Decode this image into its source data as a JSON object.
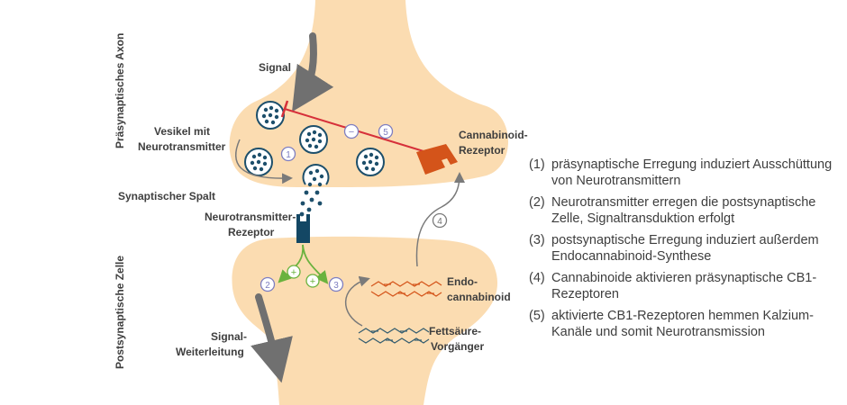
{
  "labels": {
    "side_top": "Präsynaptisches Axon",
    "side_bottom": "Postsynaptische Zelle",
    "signal": "Signal",
    "vesicle_1": "Vesikel mit",
    "vesicle_2": "Neurotransmitter",
    "cleft": "Synaptischer Spalt",
    "nt_receptor_1": "Neurotransmitter-",
    "nt_receptor_2": "Rezeptor",
    "cb_receptor_1": "Cannabinoid-",
    "cb_receptor_2": "Rezeptor",
    "endo_1": "Endo-",
    "endo_2": "cannabinoid",
    "fatty_1": "Fettsäure-",
    "fatty_2": "Vorgänger",
    "sigout_1": "Signal-",
    "sigout_2": "Weiterleitung"
  },
  "markers": {
    "m1": "1",
    "m2": "2",
    "m3": "3",
    "m4": "4",
    "m5": "5",
    "plus": "+",
    "minus": "−"
  },
  "legend": [
    {
      "num": "(1)",
      "text": "präsynaptische Erregung induziert Ausschüttung von Neurotransmittern"
    },
    {
      "num": "(2)",
      "text": "Neurotransmitter erregen die postsynaptische Zelle, Signaltransduktion erfolgt"
    },
    {
      "num": "(3)",
      "text": "postsynaptische Erregung induziert außerdem Endocannabinoid-Synthese"
    },
    {
      "num": "(4)",
      "text": "Cannabinoide aktivieren präsynaptische CB1-Rezeptoren"
    },
    {
      "num": "(5)",
      "text": "aktivierte CB1-Rezeptoren hemmen Kalzium-Kanäle und somit Neurotransmission"
    }
  ],
  "colors": {
    "cell": "#fbdcb1",
    "vesicle": "#1d4f6b",
    "receptor_nt": "#134764",
    "receptor_cb": "#d4541a",
    "inhibition": "#d6303a",
    "plus_green": "#6ab23e",
    "marker_purple": "#7e7ec0",
    "arrow_gray": "#6f6f6f"
  }
}
